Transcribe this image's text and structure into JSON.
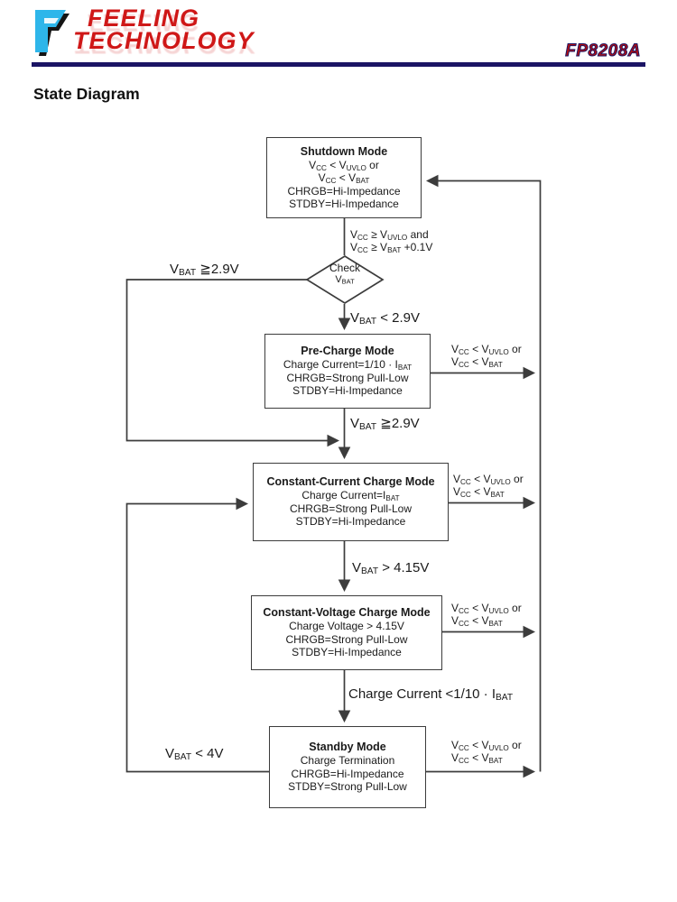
{
  "header": {
    "logo_line1": "FEELING",
    "logo_line2": "TECHNOLOGY",
    "part_number": "FP8208A"
  },
  "page": {
    "title": "State Diagram"
  },
  "colors": {
    "header_rule": "#1b1464",
    "logo_red": "#cf1717",
    "logo_cyan": "#2eb6ea",
    "line_color": "#3c3c3c"
  },
  "diagram": {
    "nodes": {
      "shutdown": {
        "title": "Shutdown Mode",
        "lines": [
          "V_{CC} < V_{UVLO} or",
          "V_{CC} < V_{BAT}",
          "CHRGB=Hi-Impedance",
          "STDBY=Hi-Impedance"
        ]
      },
      "check": {
        "line1": "Check",
        "line2": "V_{BAT}"
      },
      "precharge": {
        "title": "Pre-Charge Mode",
        "lines": [
          "Charge Current=1/10 · I_{BAT}",
          "CHRGB=Strong Pull-Low",
          "STDBY=Hi-Impedance"
        ]
      },
      "constant_current": {
        "title": "Constant-Current Charge Mode",
        "lines": [
          "Charge Current=I_{BAT}",
          "CHRGB=Strong Pull-Low",
          "STDBY=Hi-Impedance"
        ]
      },
      "constant_voltage": {
        "title": "Constant-Voltage Charge Mode",
        "lines": [
          "Charge Voltage > 4.15V",
          "CHRGB=Strong Pull-Low",
          "STDBY=Hi-Impedance"
        ]
      },
      "standby": {
        "title": "Standby Mode",
        "lines": [
          "Charge Termination",
          "CHRGB=Hi-Impedance",
          "STDBY=Strong Pull-Low"
        ]
      }
    },
    "edges": {
      "power_on": {
        "line1": "V_{CC} ≥ V_{UVLO} and",
        "line2": "V_{CC} ≥ V_{BAT} +0.1V"
      },
      "fault": {
        "line1": "V_{CC} < V_{UVLO} or",
        "line2": "V_{CC} < V_{BAT}"
      },
      "vbat_ge_2v9_skip": "V_{BAT} ≧2.9V",
      "vbat_lt_2v9": "V_{BAT} < 2.9V",
      "vbat_ge_2v9": "V_{BAT} ≧2.9V",
      "vbat_gt_4v15": "V_{BAT} > 4.15V",
      "charge_current_lt": "Charge Current <1/10 · I_{BAT}",
      "vbat_lt_4v": "V_{BAT} < 4V"
    }
  }
}
